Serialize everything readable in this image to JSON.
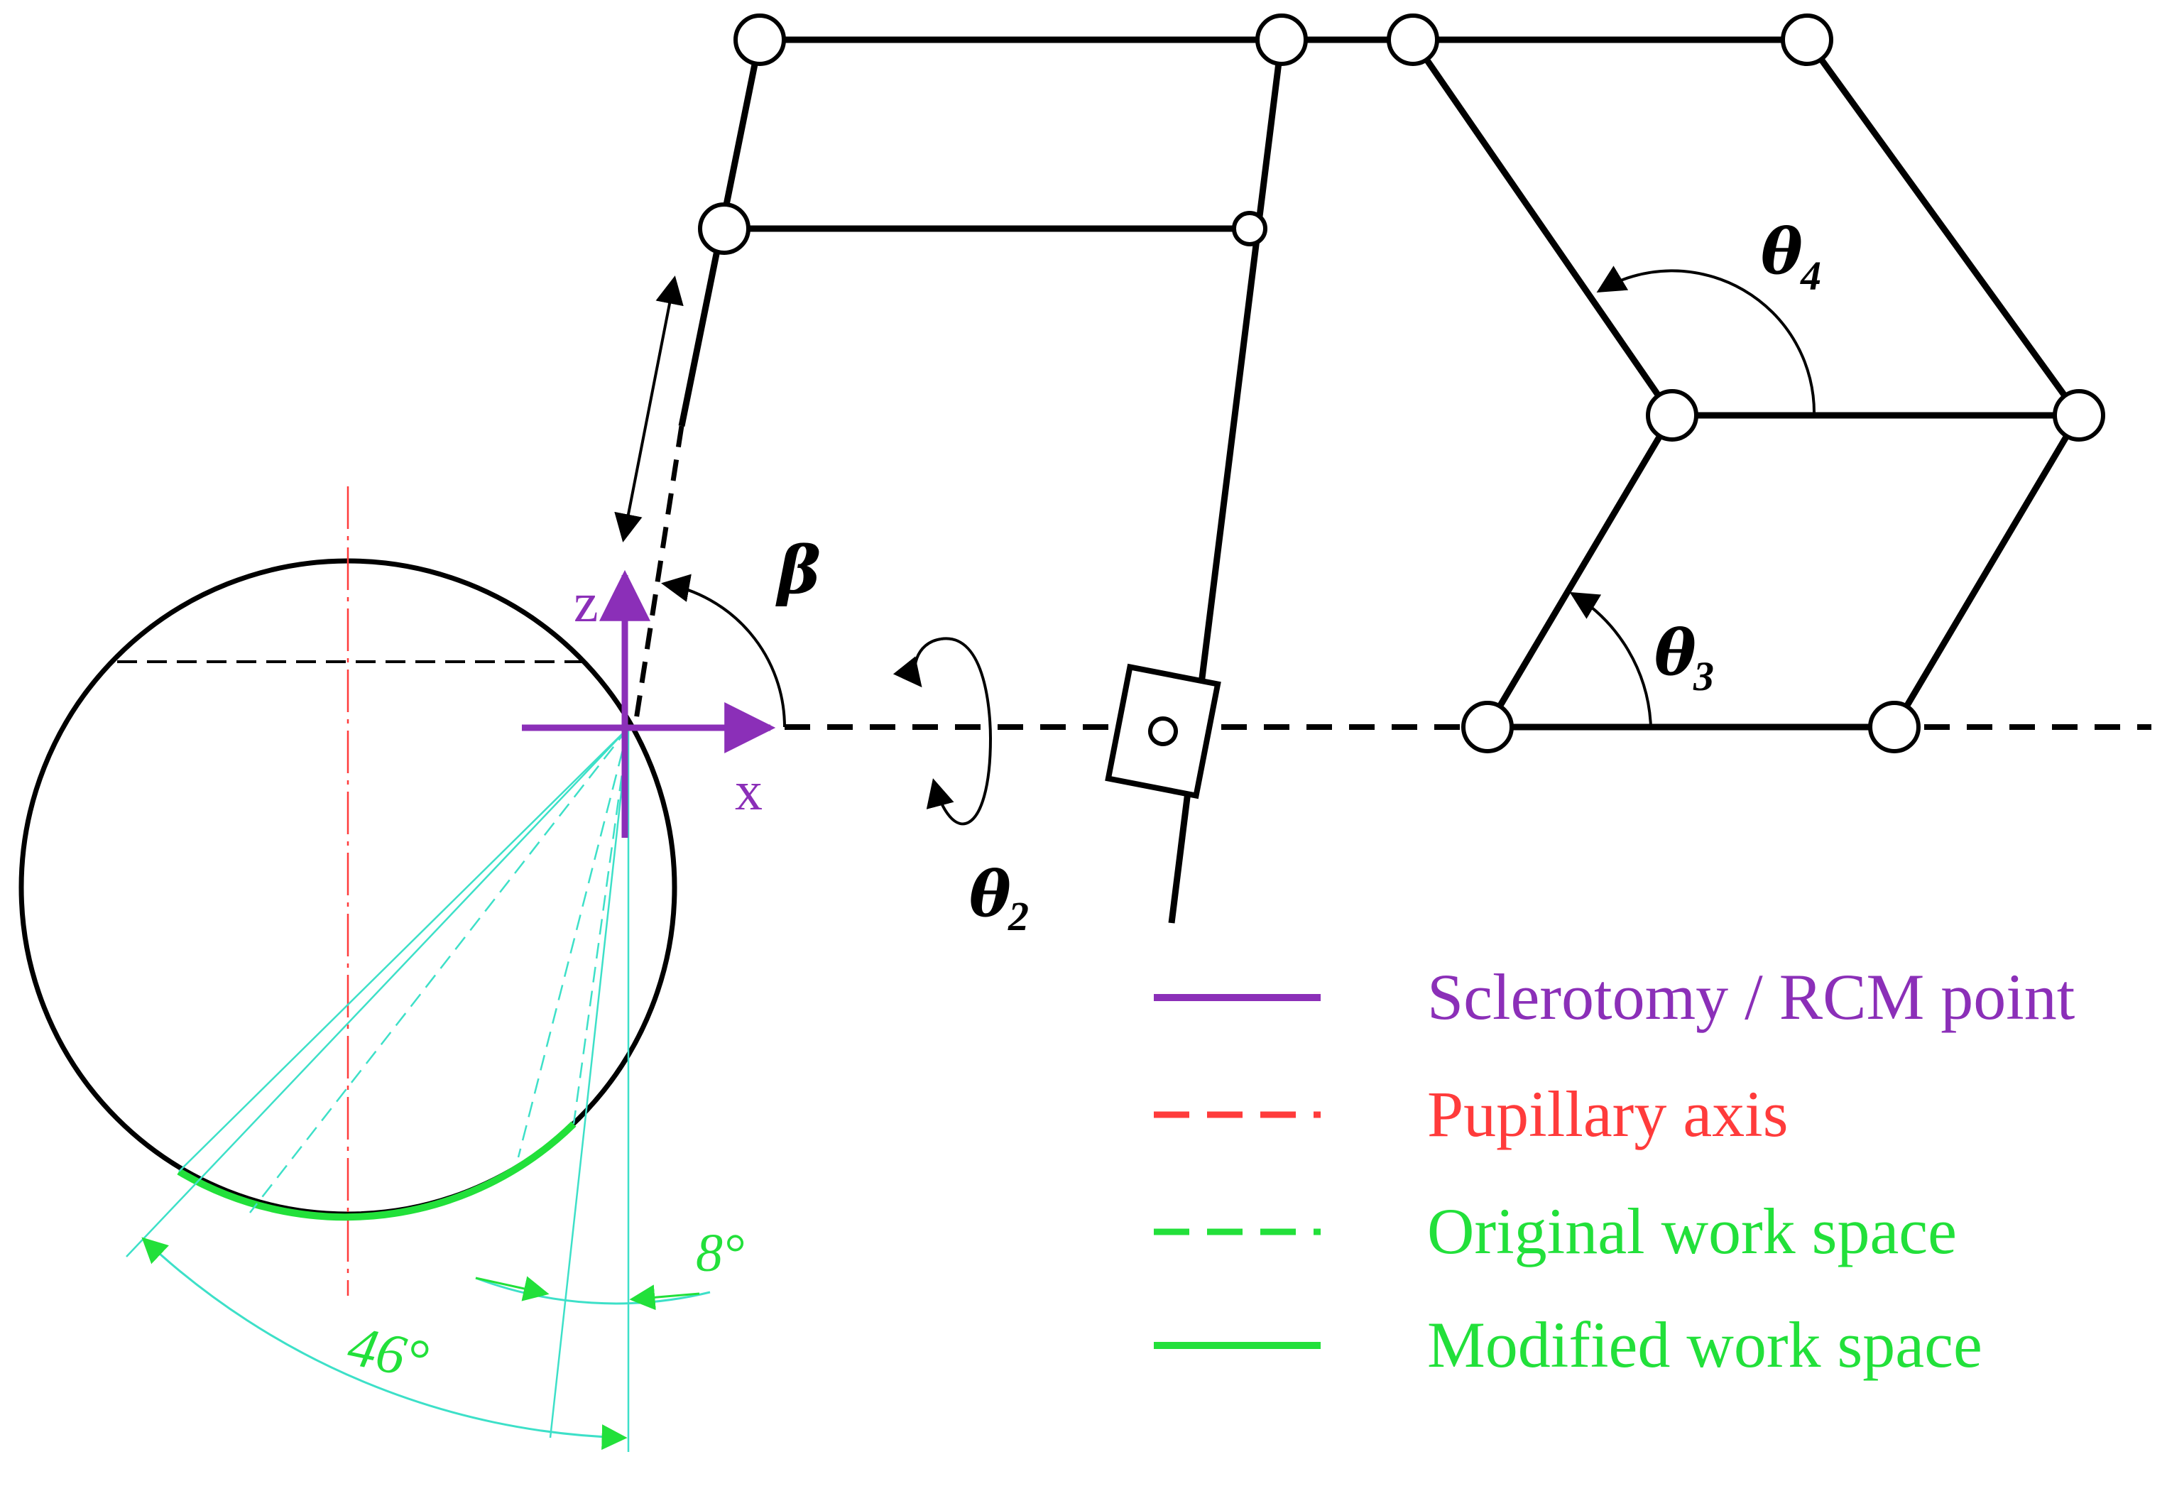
{
  "labels": {
    "beta": "β",
    "theta2": "θ",
    "theta2_sub": "2",
    "theta3": "θ",
    "theta3_sub": "3",
    "theta4": "θ",
    "theta4_sub": "4",
    "axis_z": "z",
    "axis_x": "x",
    "angle_46": "46°",
    "angle_8": "8°"
  },
  "legend": [
    {
      "label": "Sclerotomy / RCM point",
      "color": "#8b2fb8",
      "style": "solid"
    },
    {
      "label": "Pupillary axis",
      "color": "#ff3b3b",
      "style": "dashed"
    },
    {
      "label": "Original work space",
      "color": "#22e03a",
      "style": "dashed"
    },
    {
      "label": "Modified work space",
      "color": "#22e03a",
      "style": "solid"
    }
  ],
  "colors": {
    "linkage": "#000000",
    "rcm": "#8b2fb8",
    "pupillary": "#ff3b3b",
    "workspace": "#22e03a",
    "workspace_lines": "#3de0c8",
    "angle_text": "#22e03a"
  }
}
